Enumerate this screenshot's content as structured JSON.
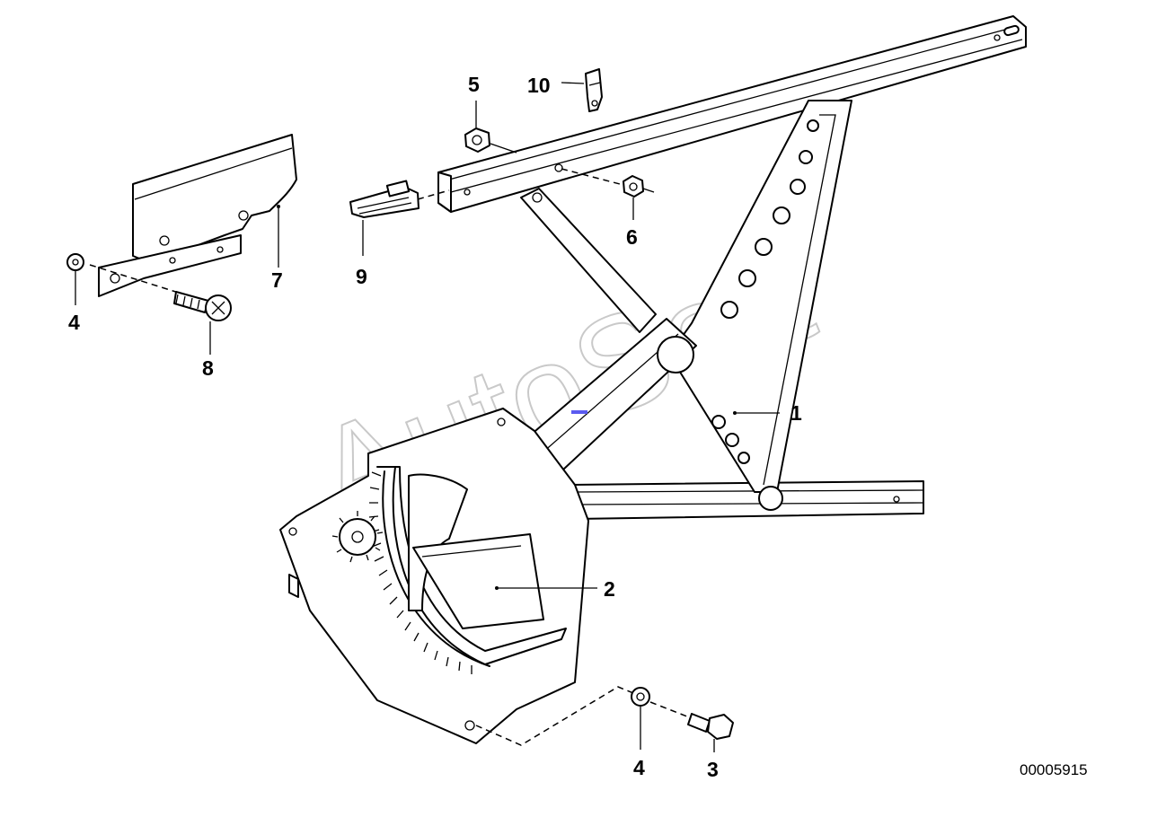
{
  "diagram": {
    "watermark": "AutoSoft",
    "reference_number": "00005915",
    "callouts": [
      {
        "id": "c1",
        "label": "1"
      },
      {
        "id": "c2",
        "label": "2"
      },
      {
        "id": "c3",
        "label": "3"
      },
      {
        "id": "c4a",
        "label": "4"
      },
      {
        "id": "c4b",
        "label": "4"
      },
      {
        "id": "c5",
        "label": "5"
      },
      {
        "id": "c6",
        "label": "6"
      },
      {
        "id": "c7",
        "label": "7"
      },
      {
        "id": "c8",
        "label": "8"
      },
      {
        "id": "c9",
        "label": "9"
      },
      {
        "id": "c10",
        "label": "10"
      }
    ]
  }
}
